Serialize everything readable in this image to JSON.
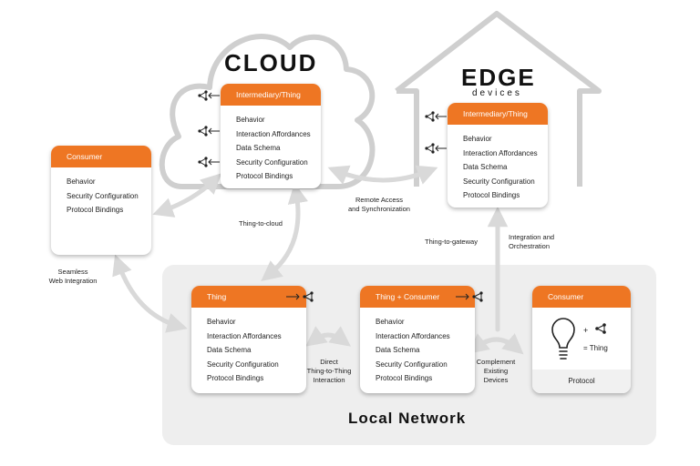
{
  "cloud": {
    "title": "CLOUD"
  },
  "edge": {
    "title": "EDGE",
    "subtitle": "devices"
  },
  "local_network": {
    "title": "Local Network"
  },
  "cards": {
    "cloud_intermediary": {
      "header": "Intermediary/Thing",
      "items": [
        "Behavior",
        "Interaction Affordances",
        "Data Schema",
        "Security Configuration",
        "Protocol Bindings"
      ]
    },
    "edge_intermediary": {
      "header": "Intermediary/Thing",
      "items": [
        "Behavior",
        "Interaction Affordances",
        "Data Schema",
        "Security Configuration",
        "Protocol Bindings"
      ]
    },
    "consumer_left": {
      "header": "Consumer",
      "items": [
        "Behavior",
        "Security Configuration",
        "Protocol Bindings"
      ]
    },
    "thing": {
      "header": "Thing",
      "items": [
        "Behavior",
        "Interaction Affordances",
        "Data Schema",
        "Security Configuration",
        "Protocol Bindings"
      ]
    },
    "thing_consumer": {
      "header": "Thing + Consumer",
      "items": [
        "Behavior",
        "Interaction Affordances",
        "Data Schema",
        "Security Configuration",
        "Protocol Bindings"
      ]
    },
    "consumer_right": {
      "header": "Consumer",
      "footer": "Protocol",
      "plus": "+",
      "equals": "= Thing"
    }
  },
  "labels": {
    "remote_access": [
      "Remote Access",
      "and Synchronization"
    ],
    "thing_to_cloud": "Thing-to-cloud",
    "thing_to_gateway": "Thing-to-gateway",
    "integration": [
      "Integration and",
      "Orchestration"
    ],
    "seamless": [
      "Seamless",
      "Web Integration"
    ],
    "direct": [
      "Direct",
      "Thing-to-Thing",
      "Interaction"
    ],
    "complement": [
      "Complement",
      "Existing",
      "Devices"
    ]
  },
  "colors": {
    "accent": "#ee7623",
    "arrow": "#d9d9d9",
    "panel": "#eeeeee",
    "outline": "#bfbfbf"
  },
  "icons": [
    "share-icon",
    "arrow-left-icon",
    "arrow-right-icon",
    "lightbulb-icon"
  ]
}
